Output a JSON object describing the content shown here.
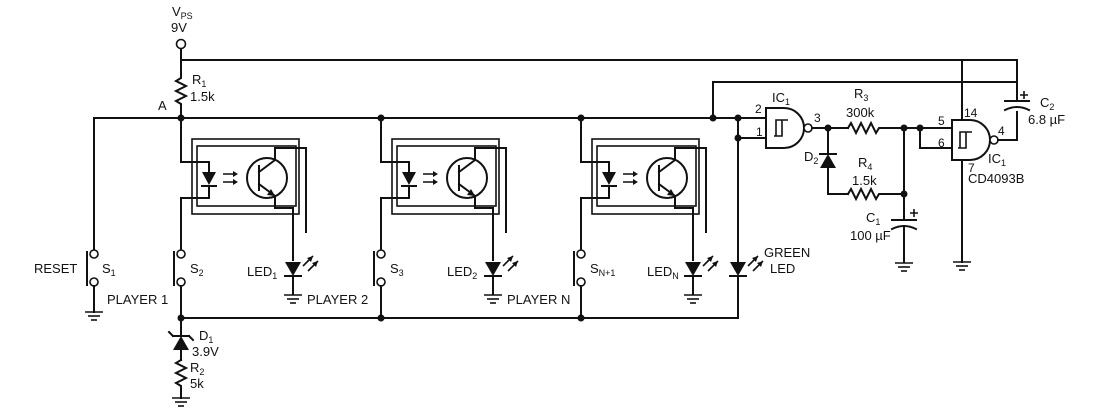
{
  "supply": {
    "label": "V",
    "sub": "PS",
    "value": "9V"
  },
  "node_a": "A",
  "r1": {
    "name": "R",
    "sub": "1",
    "value": "1.5k"
  },
  "r2": {
    "name": "R",
    "sub": "2",
    "value": "5k"
  },
  "r3": {
    "name": "R",
    "sub": "3",
    "value": "300k"
  },
  "r4": {
    "name": "R",
    "sub": "4",
    "value": "1.5k"
  },
  "d1": {
    "name": "D",
    "sub": "1",
    "value": "3.9V"
  },
  "d2": {
    "name": "D",
    "sub": "2"
  },
  "c1": {
    "name": "C",
    "sub": "1",
    "value": "100 µF"
  },
  "c2": {
    "name": "C",
    "sub": "2",
    "value": "6.8 µF"
  },
  "reset": {
    "label": "RESET",
    "switch": "S",
    "sub": "1"
  },
  "players": [
    {
      "label": "PLAYER 1",
      "switch": "S",
      "sub": "2",
      "led": "LED",
      "led_sub": "1"
    },
    {
      "label": "PLAYER 2",
      "switch": "S",
      "sub": "3",
      "led": "LED",
      "led_sub": "2"
    },
    {
      "label": "PLAYER N",
      "switch": "S",
      "sub": "N+1",
      "led": "LED",
      "led_sub": "N"
    }
  ],
  "green_led": {
    "line1": "GREEN",
    "line2": "LED"
  },
  "ic1": {
    "name": "IC",
    "sub": "1",
    "part": "CD4093B",
    "pins": {
      "in_a": "2",
      "in_b": "1",
      "out": "3",
      "in_c": "5",
      "in_d": "6",
      "out2": "4",
      "vdd": "14",
      "gnd": "7"
    }
  }
}
